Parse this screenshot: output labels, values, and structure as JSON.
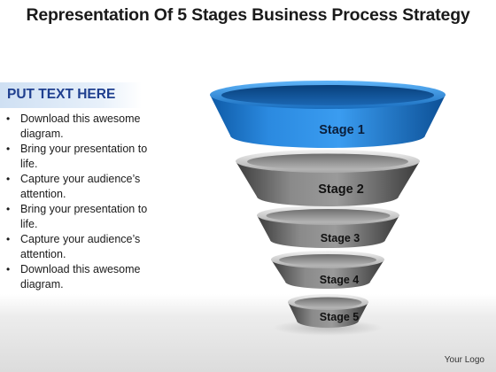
{
  "title": "Representation Of 5 Stages Business Process Strategy",
  "text_panel": {
    "heading": "PUT TEXT HERE",
    "bullets": [
      "Download this awesome diagram.",
      "Bring your presentation to life.",
      "Capture your audience’s attention.",
      "Bring your presentation to life.",
      "Capture your audience’s attention.",
      "Download this awesome diagram."
    ],
    "bullet_glyph": "•",
    "heading_color": "#1f3f8f"
  },
  "funnel": {
    "stages": [
      {
        "label": "Stage 1",
        "color": "#1e78c8"
      },
      {
        "label": "Stage 2",
        "color": "#606060"
      },
      {
        "label": "Stage 3",
        "color": "#606060"
      },
      {
        "label": "Stage 4",
        "color": "#606060"
      },
      {
        "label": "Stage 5",
        "color": "#606060"
      }
    ]
  },
  "footer": {
    "logo_text": "Your Logo"
  }
}
